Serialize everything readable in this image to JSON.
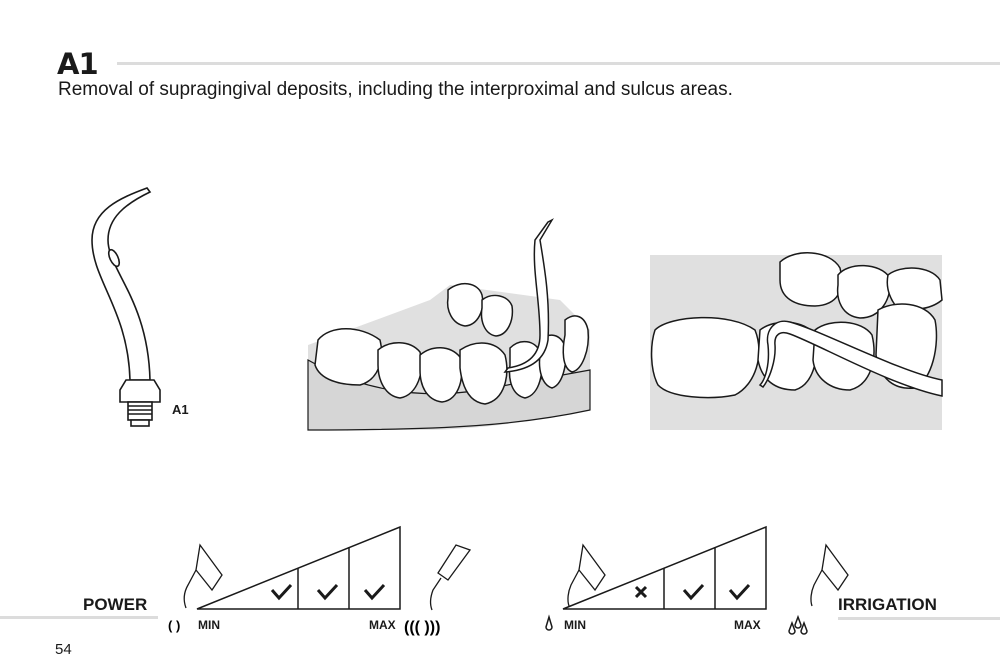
{
  "header": {
    "title": "A1",
    "description": "Removal of supragingival deposits, including the interproximal and sulcus areas."
  },
  "tip_label": "A1",
  "power": {
    "label": "POWER",
    "min_label": "MIN",
    "max_label": "MAX",
    "levels": [
      "check",
      "check",
      "check"
    ]
  },
  "irrigation": {
    "label": "IRRIGATION",
    "min_label": "MIN",
    "max_label": "MAX",
    "levels": [
      "cross",
      "check",
      "check"
    ]
  },
  "page_number": "54"
}
